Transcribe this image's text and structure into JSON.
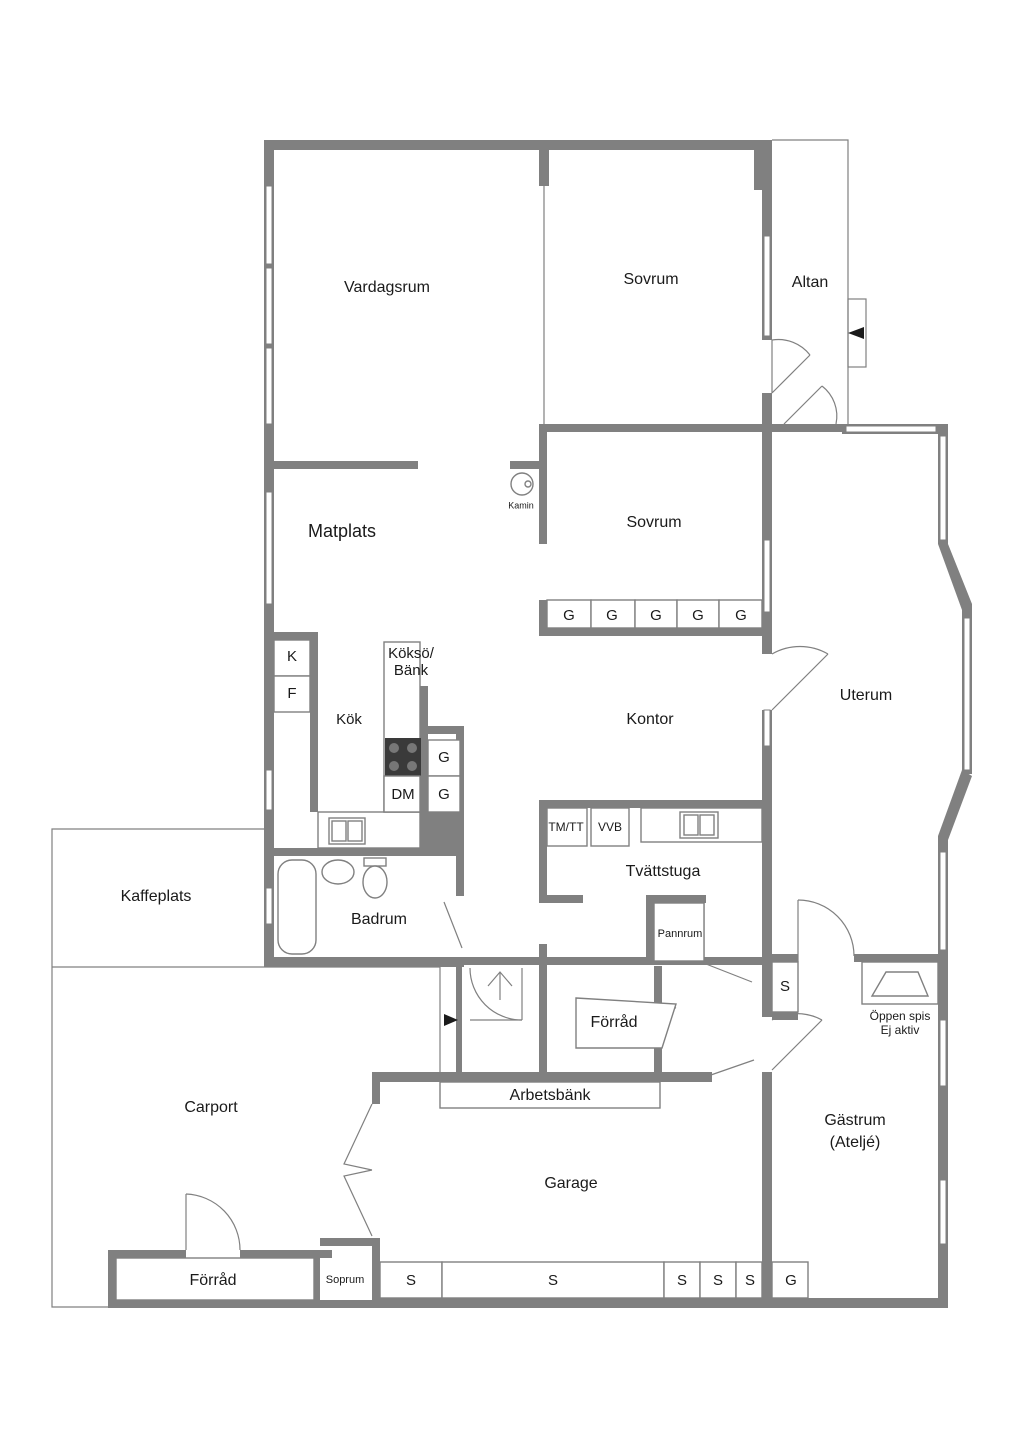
{
  "rooms": {
    "vardagsrum": "Vardagsrum",
    "sovrum1": "Sovrum",
    "altan": "Altan",
    "matplats": "Matplats",
    "kamin": "Kamin",
    "sovrum2": "Sovrum",
    "kok": "Kök",
    "koksobank_1": "Köksö/",
    "koksobank_2": "Bänk",
    "kontor": "Kontor",
    "uterum": "Uterum",
    "kaffeplats": "Kaffeplats",
    "badrum": "Badrum",
    "tvattstuga": "Tvättstuga",
    "pannrum": "Pannrum",
    "forrad1": "Förråd",
    "oppen_spis_1": "Öppen spis",
    "oppen_spis_2": "Ej aktiv",
    "carport": "Carport",
    "arbetsbank": "Arbetsbänk",
    "garage": "Garage",
    "gastrum_1": "Gästrum",
    "gastrum_2": "(Ateljé)",
    "forrad2": "Förråd",
    "soprum": "Soprum"
  },
  "fixtures": {
    "wardrobe": "G",
    "fridge": "K",
    "freezer": "F",
    "dishwasher": "DM",
    "tmtt": "TM/TT",
    "vvb": "VVB",
    "storage": "S"
  },
  "colors": {
    "wall": "#808080",
    "text": "#1a1a1a",
    "stove": "#3a3a3a"
  }
}
